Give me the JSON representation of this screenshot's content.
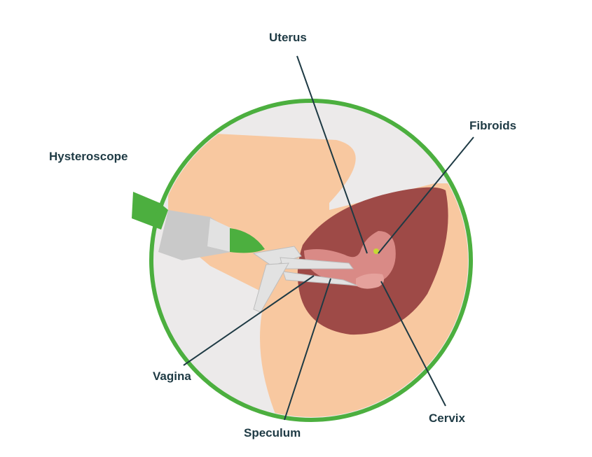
{
  "labels": {
    "uterus": "Uterus",
    "fibroids": "Fibroids",
    "hysteroscope": "Hysteroscope",
    "vagina": "Vagina",
    "cervix": "Cervix",
    "speculum": "Speculum"
  },
  "colors": {
    "label_text": "#1e3a44",
    "leader_line": "#1e3a44",
    "ring": "#4caf3f",
    "background_circle": "#eceaea",
    "skin": "#f8c8a0",
    "uterus": "#9e4a47",
    "uterine_cavity": "#d98a86",
    "fibroid": "#c6d934",
    "instrument_grey": "#c9c9c9",
    "instrument_light": "#e2e2e2",
    "hysteroscope_green": "#4caf3f"
  }
}
